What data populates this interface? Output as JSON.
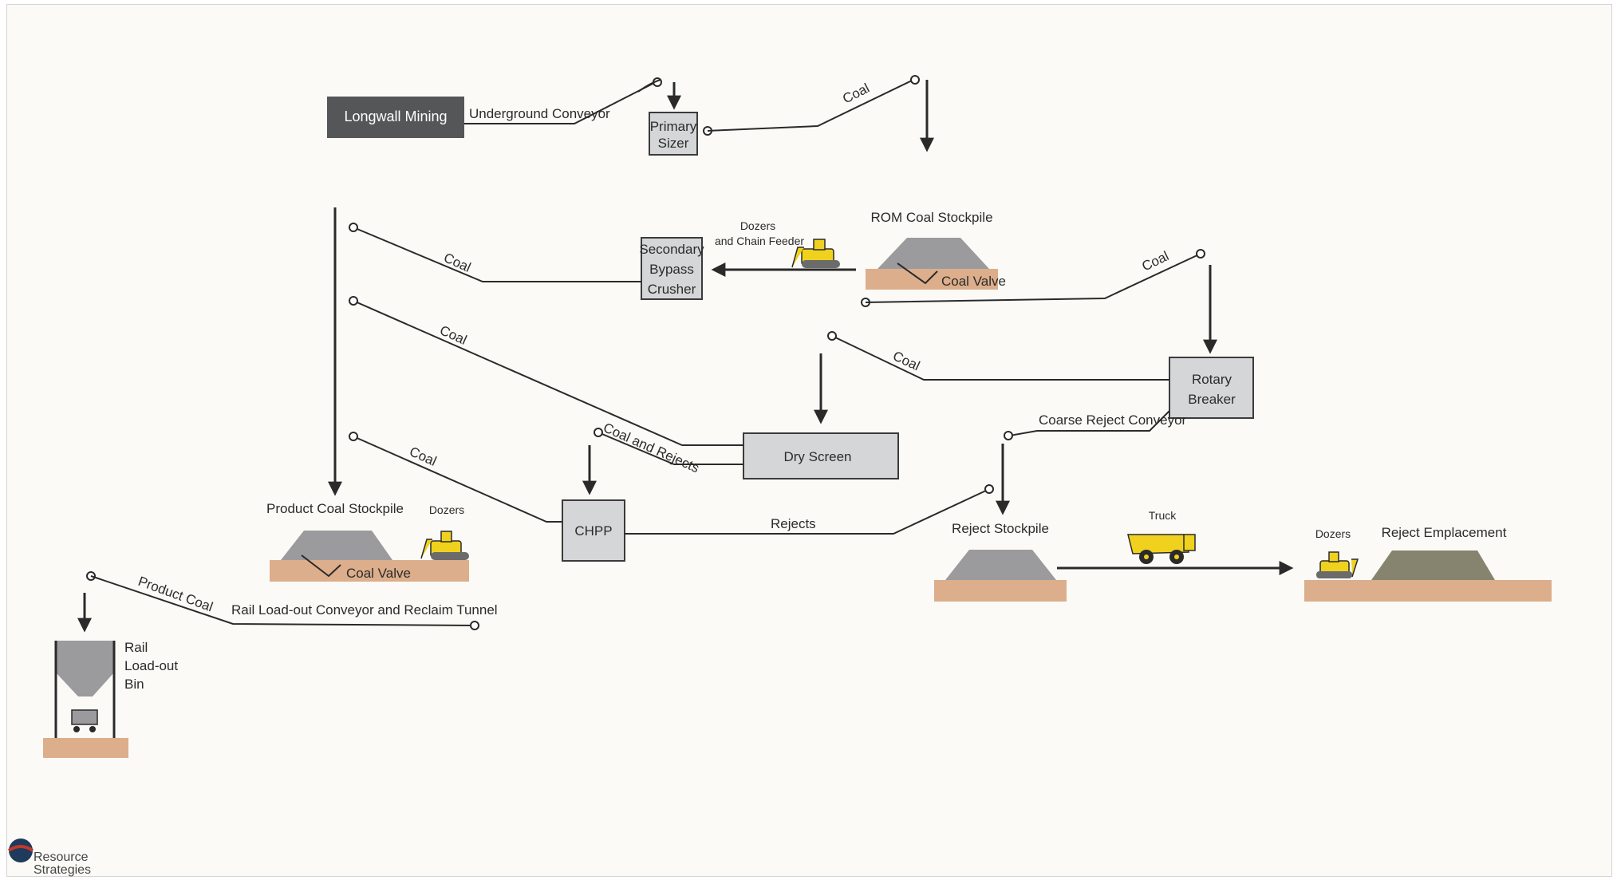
{
  "nodes": {
    "longwall_mining": "Longwall Mining",
    "primary_sizer_1": "Primary",
    "primary_sizer_2": "Sizer",
    "rom_coal_stockpile": "ROM Coal Stockpile",
    "secondary_1": "Secondary",
    "secondary_2": "Bypass",
    "secondary_3": "Crusher",
    "rotary_1": "Rotary",
    "rotary_2": "Breaker",
    "dry_screen": "Dry Screen",
    "chpp": "CHPP",
    "product_coal_stockpile": "Product Coal Stockpile",
    "reject_stockpile": "Reject Stockpile",
    "reject_emplacement": "Reject Emplacement",
    "rail_1": "Rail",
    "rail_2": "Load-out",
    "rail_3": "Bin"
  },
  "labels": {
    "underground_conveyor": "Underground Conveyor",
    "coal": "Coal",
    "dozers_chain_1": "Dozers",
    "dozers_chain_2": "and Chain Feeder",
    "coal_valve": "Coal Valve",
    "coal_and_rejects": "Coal and Rejects",
    "coarse_reject_conveyor": "Coarse Reject Conveyor",
    "rejects": "Rejects",
    "truck": "Truck",
    "dozers": "Dozers",
    "product_coal": "Product Coal",
    "rail_conveyor": "Rail Load-out Conveyor and Reclaim Tunnel"
  },
  "logo": {
    "line1": "Resource",
    "line2": "Strategies"
  },
  "colors": {
    "ground": "#dcae8b",
    "stockpile": "#9b9b9d",
    "emplacement": "#86846f",
    "dozer": "#f0d21e",
    "dark_box": "#555657"
  }
}
